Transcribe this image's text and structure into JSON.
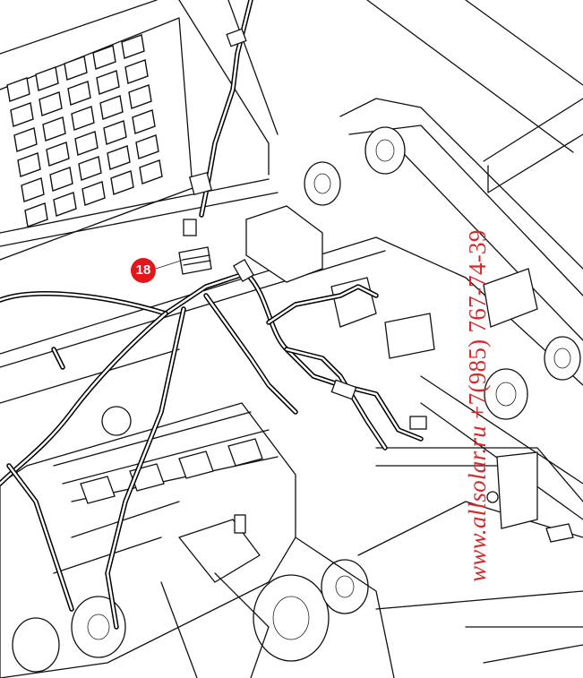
{
  "callout": {
    "number": "18",
    "color": "#e2161b"
  },
  "watermark": {
    "site": "www.allsolar.ru",
    "phone": " +7(985) 767-74-39",
    "color": "#d42a2a"
  }
}
